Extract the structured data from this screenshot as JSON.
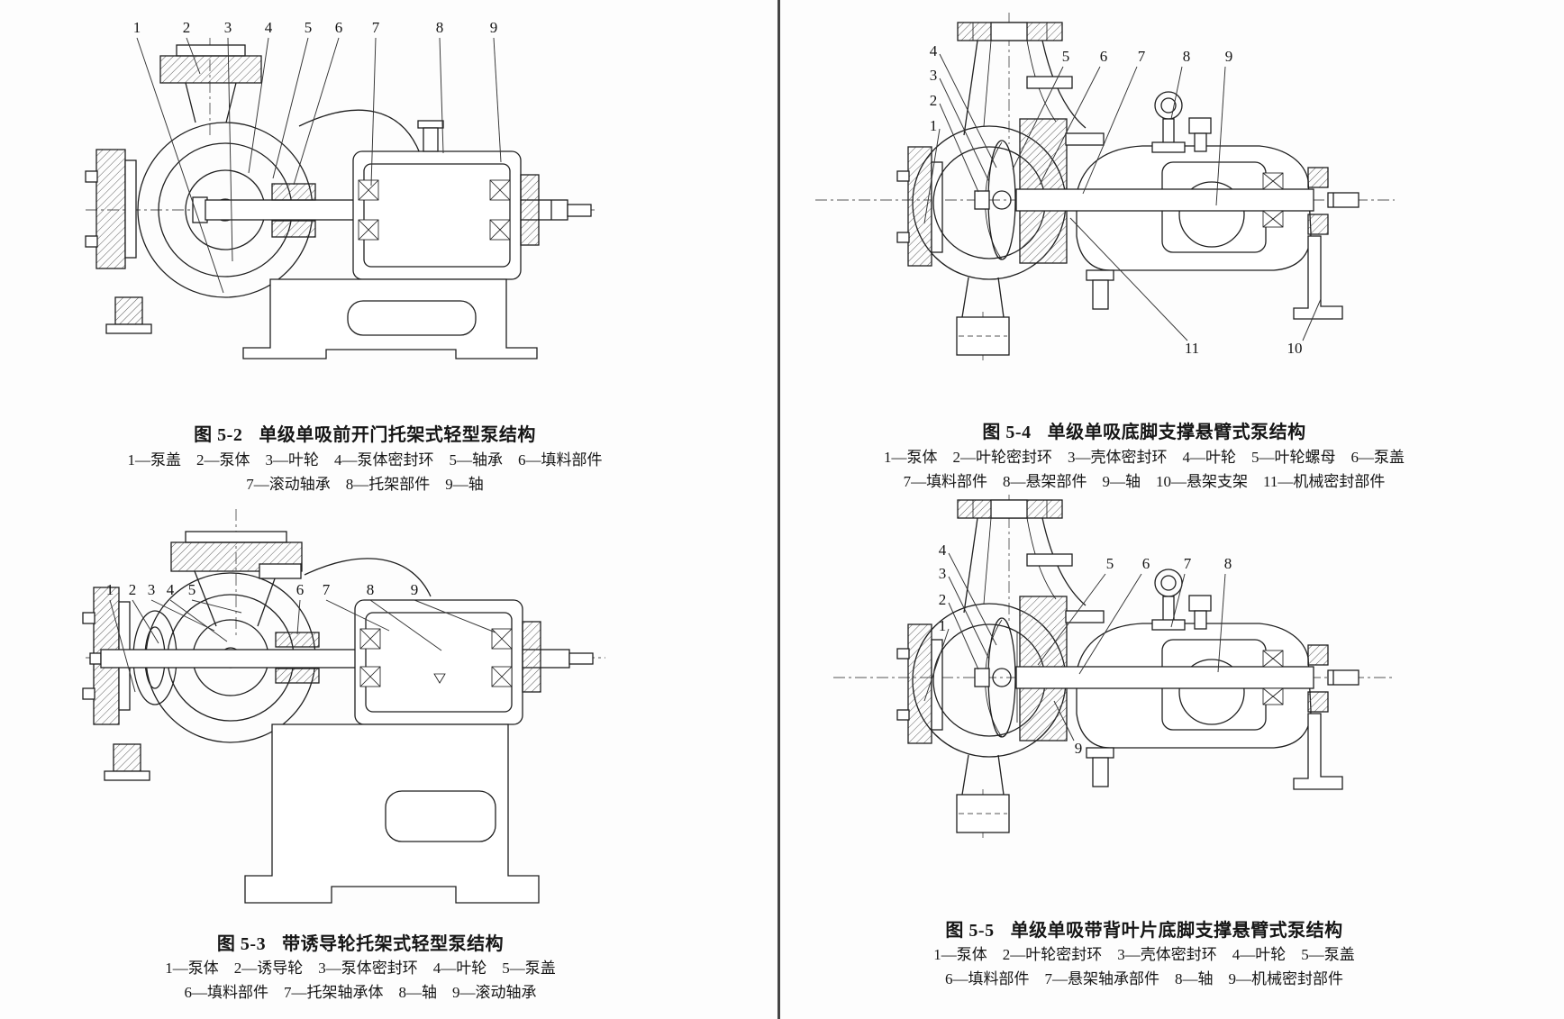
{
  "colors": {
    "ink": "#1f1f1f",
    "divider": "#454545",
    "paper": "#fdfdfd"
  },
  "figures": {
    "fig52": {
      "caption_no": "图 5-2",
      "caption_title": "单级单吸前开门托架式轻型泵结构",
      "parts_line1": "1—泵盖　2—泵体　3—叶轮　4—泵体密封环　5—轴承　6—填料部件",
      "parts_line2": "7—滚动轴承　8—托架部件　9—轴",
      "callouts": [
        "1",
        "2",
        "3",
        "4",
        "5",
        "6",
        "7",
        "8",
        "9"
      ]
    },
    "fig53": {
      "caption_no": "图 5-3",
      "caption_title": "带诱导轮托架式轻型泵结构",
      "parts_line1": "1—泵体　2—诱导轮　3—泵体密封环　4—叶轮　5—泵盖",
      "parts_line2": "6—填料部件　7—托架轴承体　8—轴　9—滚动轴承",
      "callouts": [
        "1",
        "2",
        "3",
        "4",
        "5",
        "6",
        "7",
        "8",
        "9"
      ]
    },
    "fig54": {
      "caption_no": "图 5-4",
      "caption_title": "单级单吸底脚支撑悬臂式泵结构",
      "parts_line1": "1—泵体　2—叶轮密封环　3—壳体密封环　4—叶轮　5—叶轮螺母　6—泵盖",
      "parts_line2": "7—填料部件　8—悬架部件　9—轴　10—悬架支架　11—机械密封部件",
      "callouts": [
        "1",
        "2",
        "3",
        "4",
        "5",
        "6",
        "7",
        "8",
        "9",
        "10",
        "11"
      ]
    },
    "fig55": {
      "caption_no": "图 5-5",
      "caption_title": "单级单吸带背叶片底脚支撑悬臂式泵结构",
      "parts_line1": "1—泵体　2—叶轮密封环　3—壳体密封环　4—叶轮　5—泵盖",
      "parts_line2": "6—填料部件　7—悬架轴承部件　8—轴　9—机械密封部件",
      "callouts": [
        "1",
        "2",
        "3",
        "4",
        "5",
        "6",
        "7",
        "8",
        "9"
      ]
    }
  }
}
